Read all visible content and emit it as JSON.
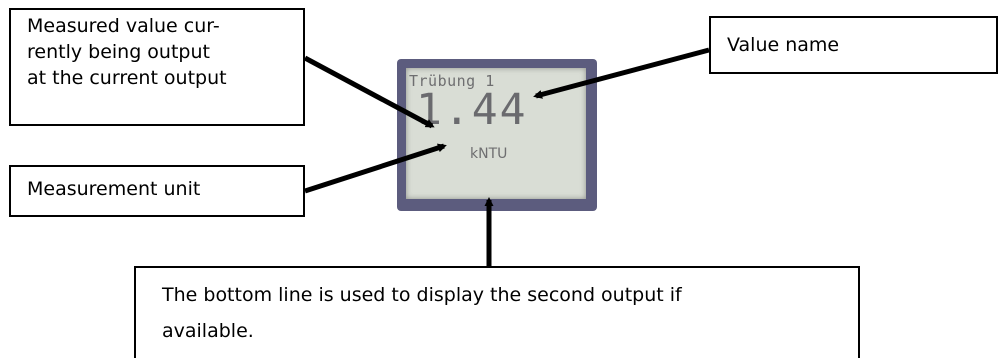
{
  "callouts": {
    "measured_value": [
      "Measured value cur-",
      "rently being output",
      "at the current output"
    ],
    "measurement_unit": "Measurement unit",
    "value_name": "Value name",
    "bottom_line": [
      "The bottom line is used to display the second output if",
      "available."
    ]
  },
  "display": {
    "value_name": "Trübung 1",
    "value": "1.44",
    "unit": "kNTU"
  }
}
